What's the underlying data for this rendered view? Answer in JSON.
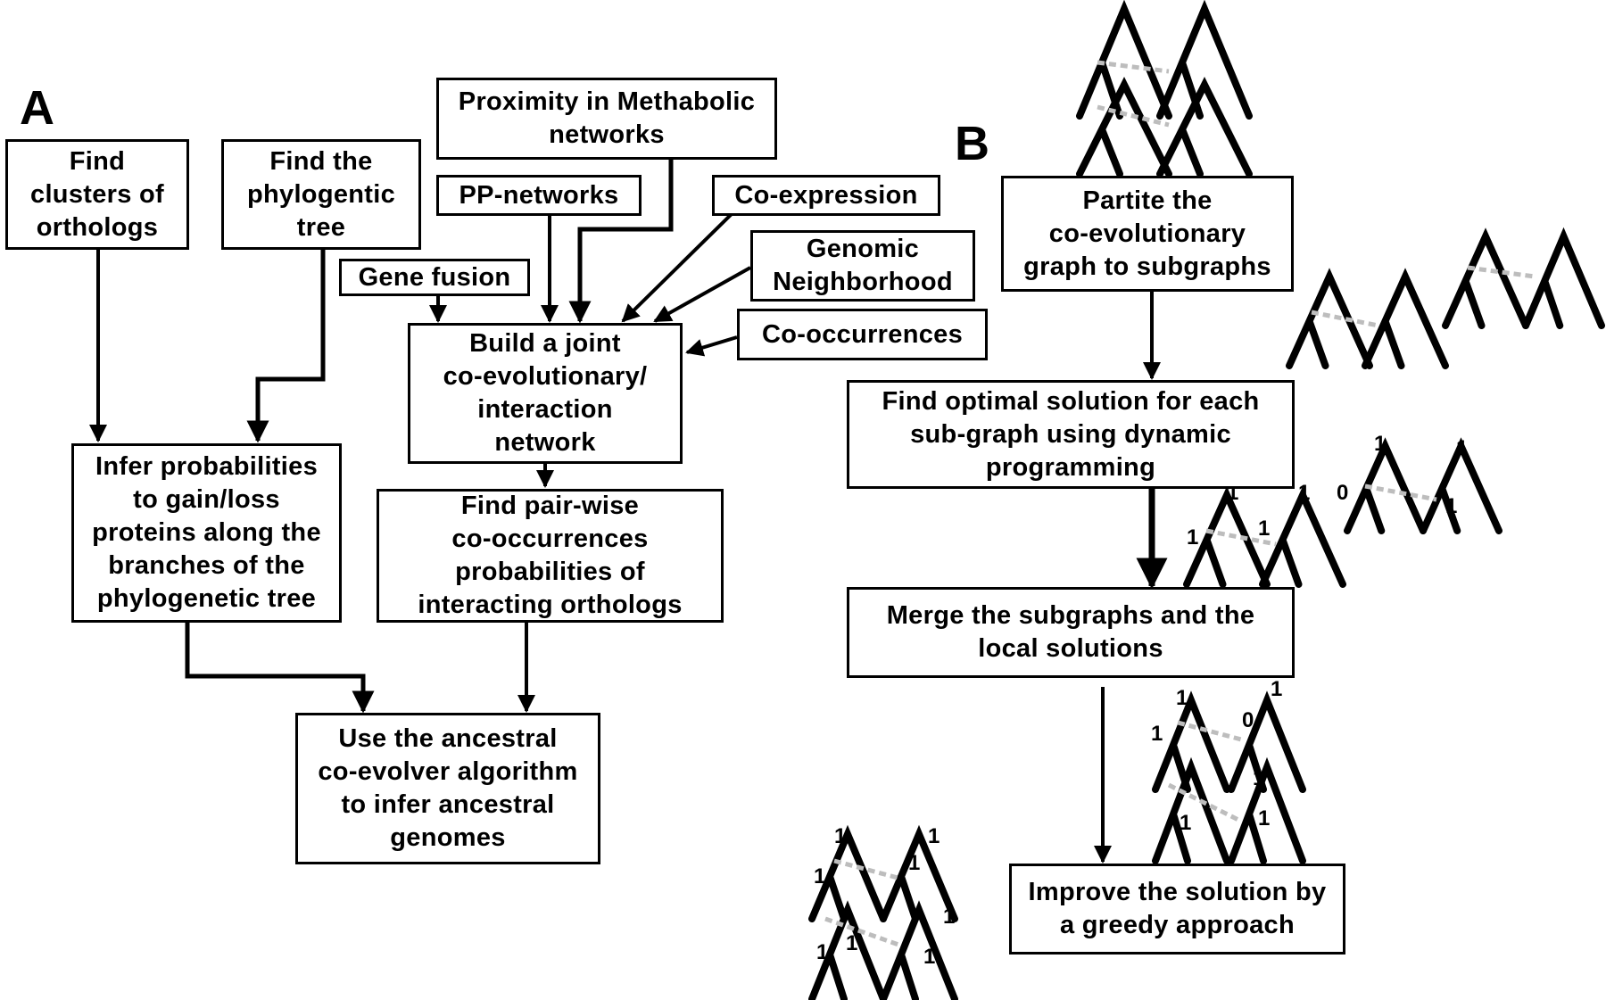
{
  "panels": {
    "a_label": "A",
    "b_label": "B"
  },
  "panel_a": {
    "find_clusters": "Find\nclusters of\northologs",
    "find_tree": "Find the\nphylogentic\ntree",
    "proximity": "Proximity in Methabolic\nnetworks",
    "pp_networks": "PP-networks",
    "co_expression": "Co-expression",
    "genomic_neighborhood": "Genomic\nNeighborhood",
    "gene_fusion": "Gene fusion",
    "co_occurrences": "Co-occurrences",
    "build_network": "Build a joint\nco-evolutionary/\ninteraction\nnetwork",
    "infer_probabilities": "Infer probabilities\nto gain/loss\nproteins along the\nbranches of the\nphylogenetic tree",
    "pairwise": "Find pair-wise\nco-occurrences\nprobabilities of\ninteracting orthologs",
    "ancestral": "Use the ancestral\nco-evolver algorithm\nto infer ancestral\ngenomes"
  },
  "panel_b": {
    "partite": "Partite the\nco-evolutionary\ngraph to subgraphs",
    "optimal": "Find optimal solution for each\nsub-graph using dynamic\nprogramming",
    "merge": "Merge the subgraphs and the\nlocal solutions",
    "improve": "Improve the solution by\na greedy approach"
  },
  "tree_labels": {
    "dp_left": [
      "1",
      "1",
      "1",
      "1"
    ],
    "dp_right": [
      "1",
      "1",
      "0",
      "1"
    ],
    "merged": [
      "1",
      "1",
      "0",
      "1",
      "1",
      "1",
      "1"
    ],
    "greedy": [
      "1",
      "1",
      "1",
      "1",
      "1",
      "1",
      "1",
      "1"
    ]
  }
}
